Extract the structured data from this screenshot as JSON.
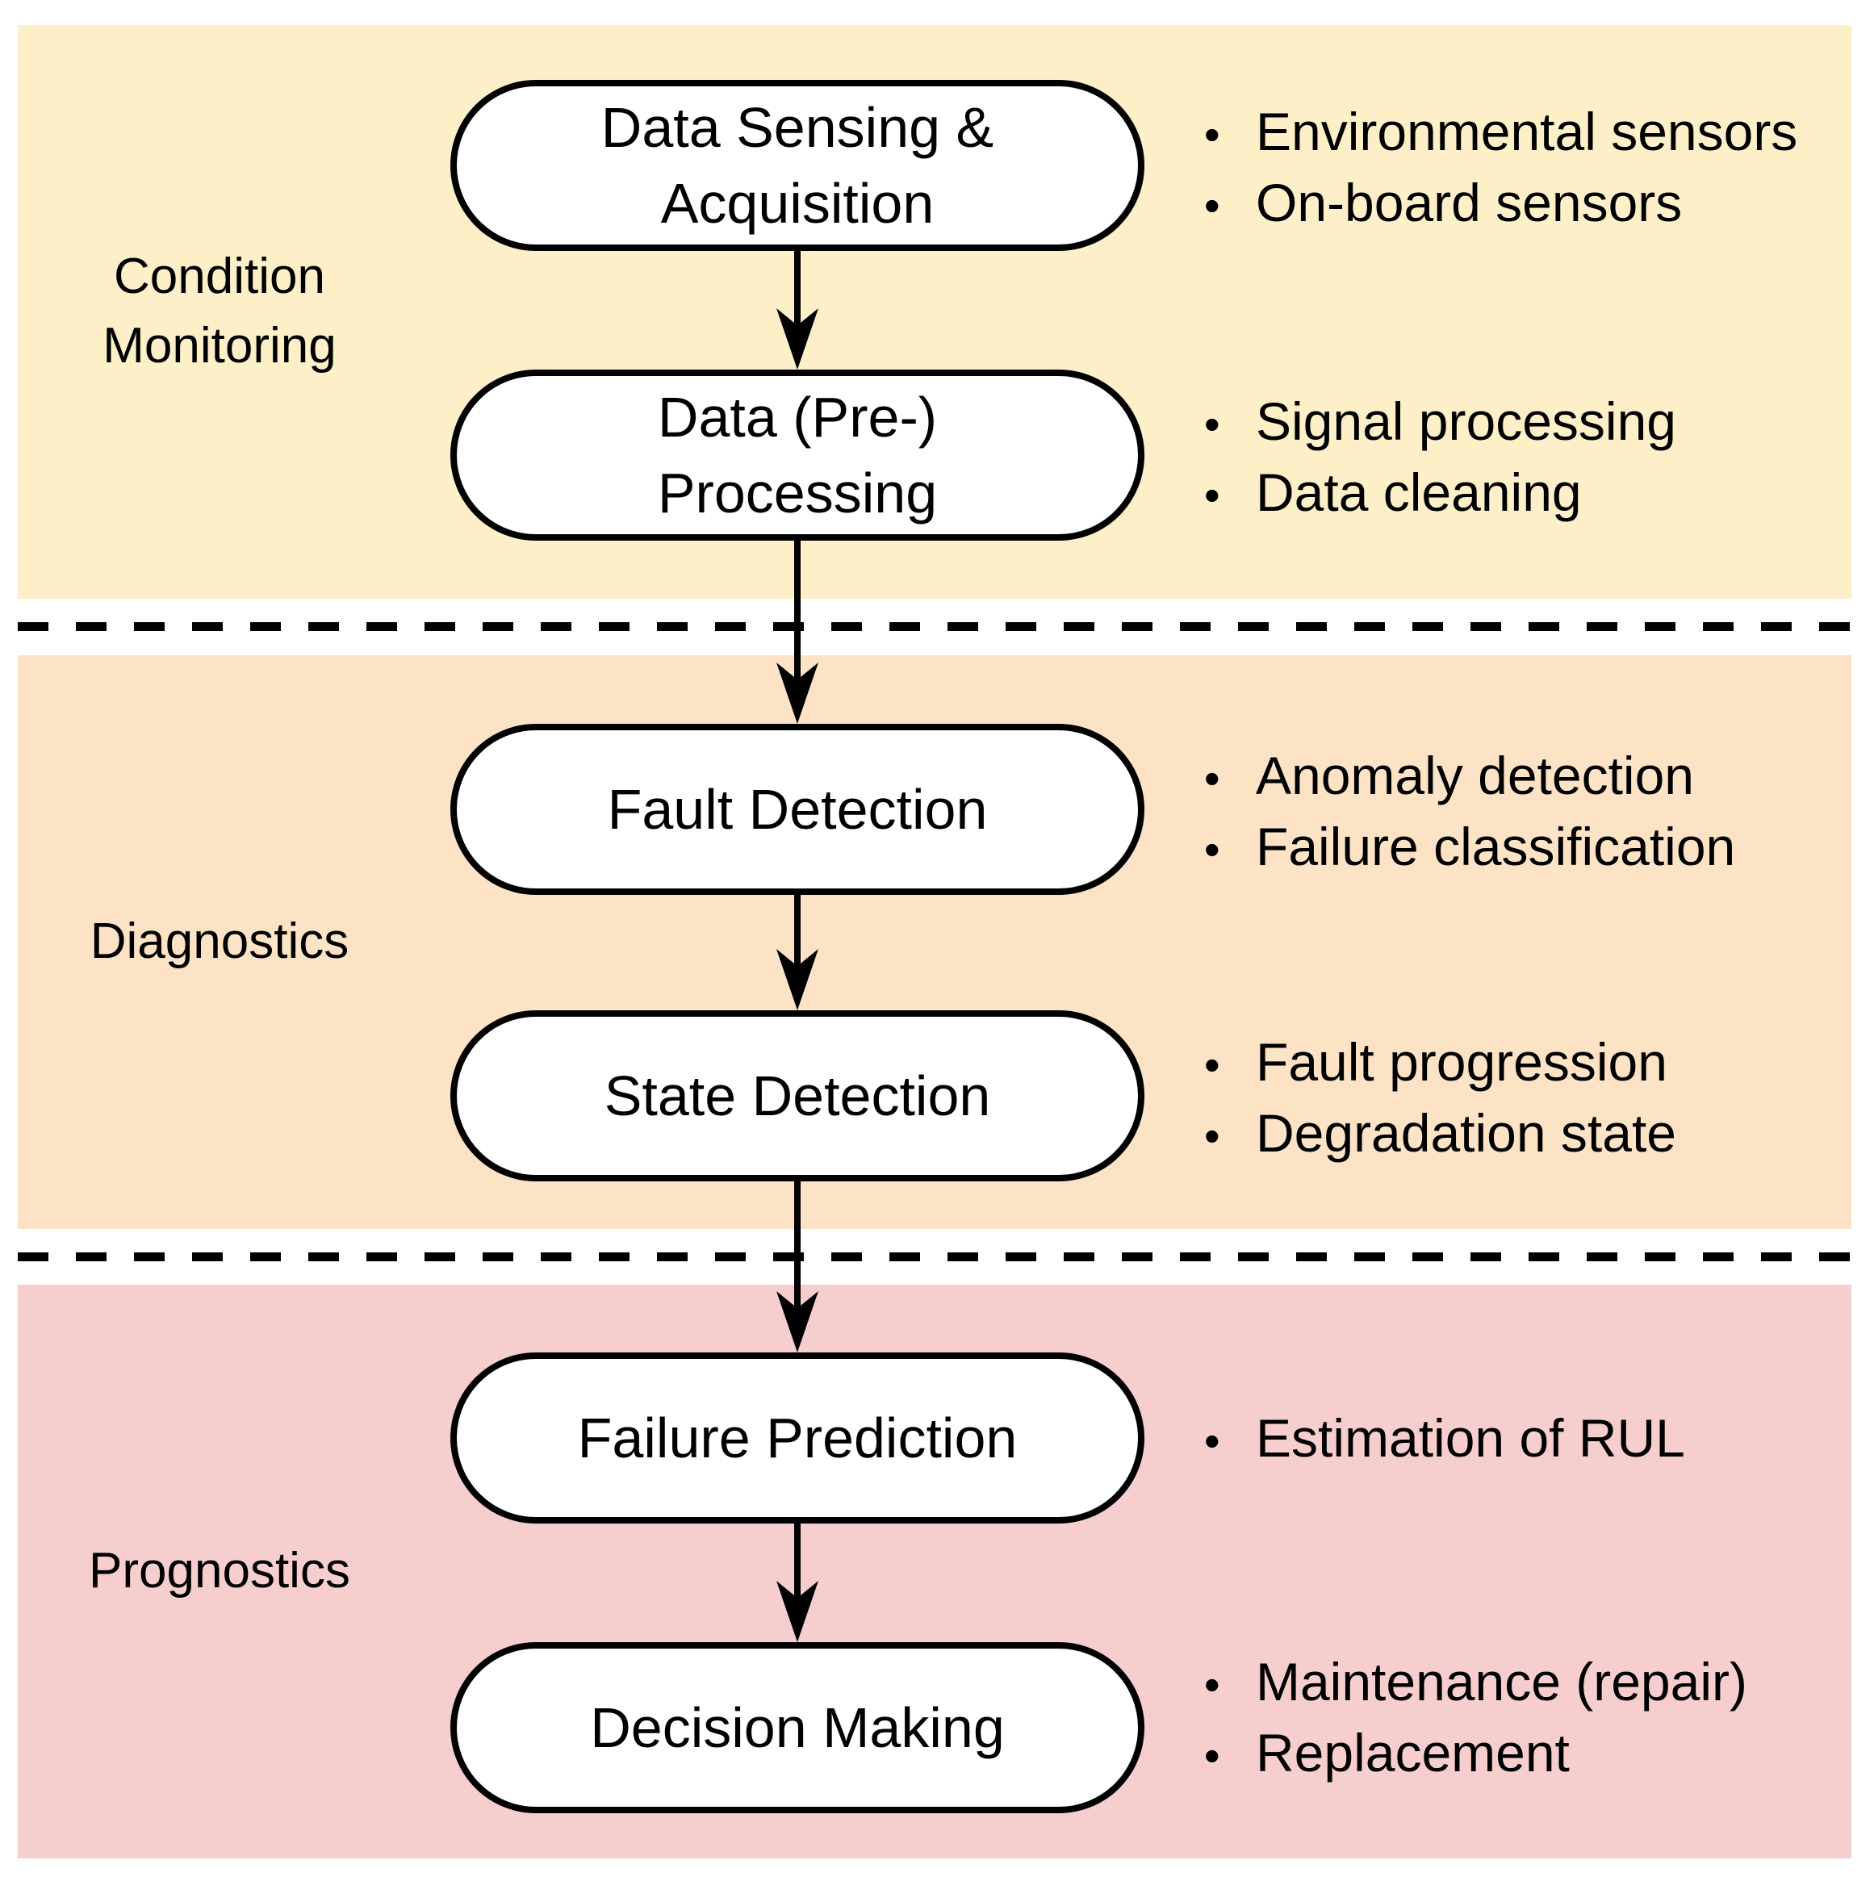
{
  "bullet_glyph": "•",
  "colors": {
    "condition_monitoring_band": "#FDF0C8",
    "diagnostics_band": "#FDE3C6",
    "prognostics_band": "#F6CECD",
    "box_fill": "#FFFFFF",
    "line": "#000000"
  },
  "sections": [
    {
      "label": "Condition Monitoring",
      "label_lines": [
        "Condition",
        "Monitoring"
      ],
      "band_color": "#FDF0C8",
      "boxes": [
        {
          "lines": [
            "Data Sensing &",
            "Acquisition"
          ],
          "bullets": [
            "Environmental sensors",
            "On-board sensors"
          ]
        },
        {
          "lines": [
            "Data (Pre-)",
            "Processing"
          ],
          "bullets": [
            "Signal processing",
            "Data cleaning"
          ]
        }
      ]
    },
    {
      "label": "Diagnostics",
      "label_lines": [
        "Diagnostics"
      ],
      "band_color": "#FDE3C6",
      "boxes": [
        {
          "lines": [
            "Fault Detection"
          ],
          "bullets": [
            "Anomaly detection",
            "Failure classification"
          ]
        },
        {
          "lines": [
            "State Detection"
          ],
          "bullets": [
            "Fault progression",
            "Degradation state"
          ]
        }
      ]
    },
    {
      "label": "Prognostics",
      "label_lines": [
        "Prognostics"
      ],
      "band_color": "#F6CECD",
      "boxes": [
        {
          "lines": [
            "Failure Prediction"
          ],
          "bullets": [
            "Estimation of RUL"
          ]
        },
        {
          "lines": [
            "Decision Making"
          ],
          "bullets": [
            "Maintenance (repair)",
            "Replacement"
          ]
        }
      ]
    }
  ]
}
